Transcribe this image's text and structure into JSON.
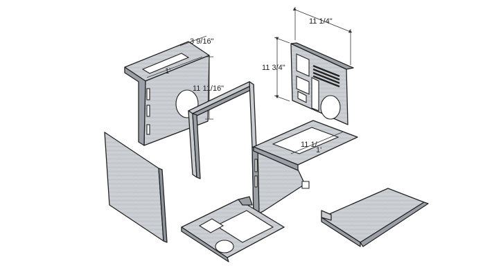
{
  "diagram": {
    "colors": {
      "panel_face": "#c9cdd2",
      "panel_shade": "#9aa0a6",
      "panel_dark": "#7d848b",
      "outline": "#222222"
    },
    "dimensions": {
      "top_width": "11 1/4\"",
      "side_height": "11 3/4\"",
      "slot_length": "3 9/16\"",
      "left_depth": "1'",
      "left_height": "11 11/16\"",
      "tray_depth": "11 1/",
      "tray_width": "1'"
    }
  }
}
